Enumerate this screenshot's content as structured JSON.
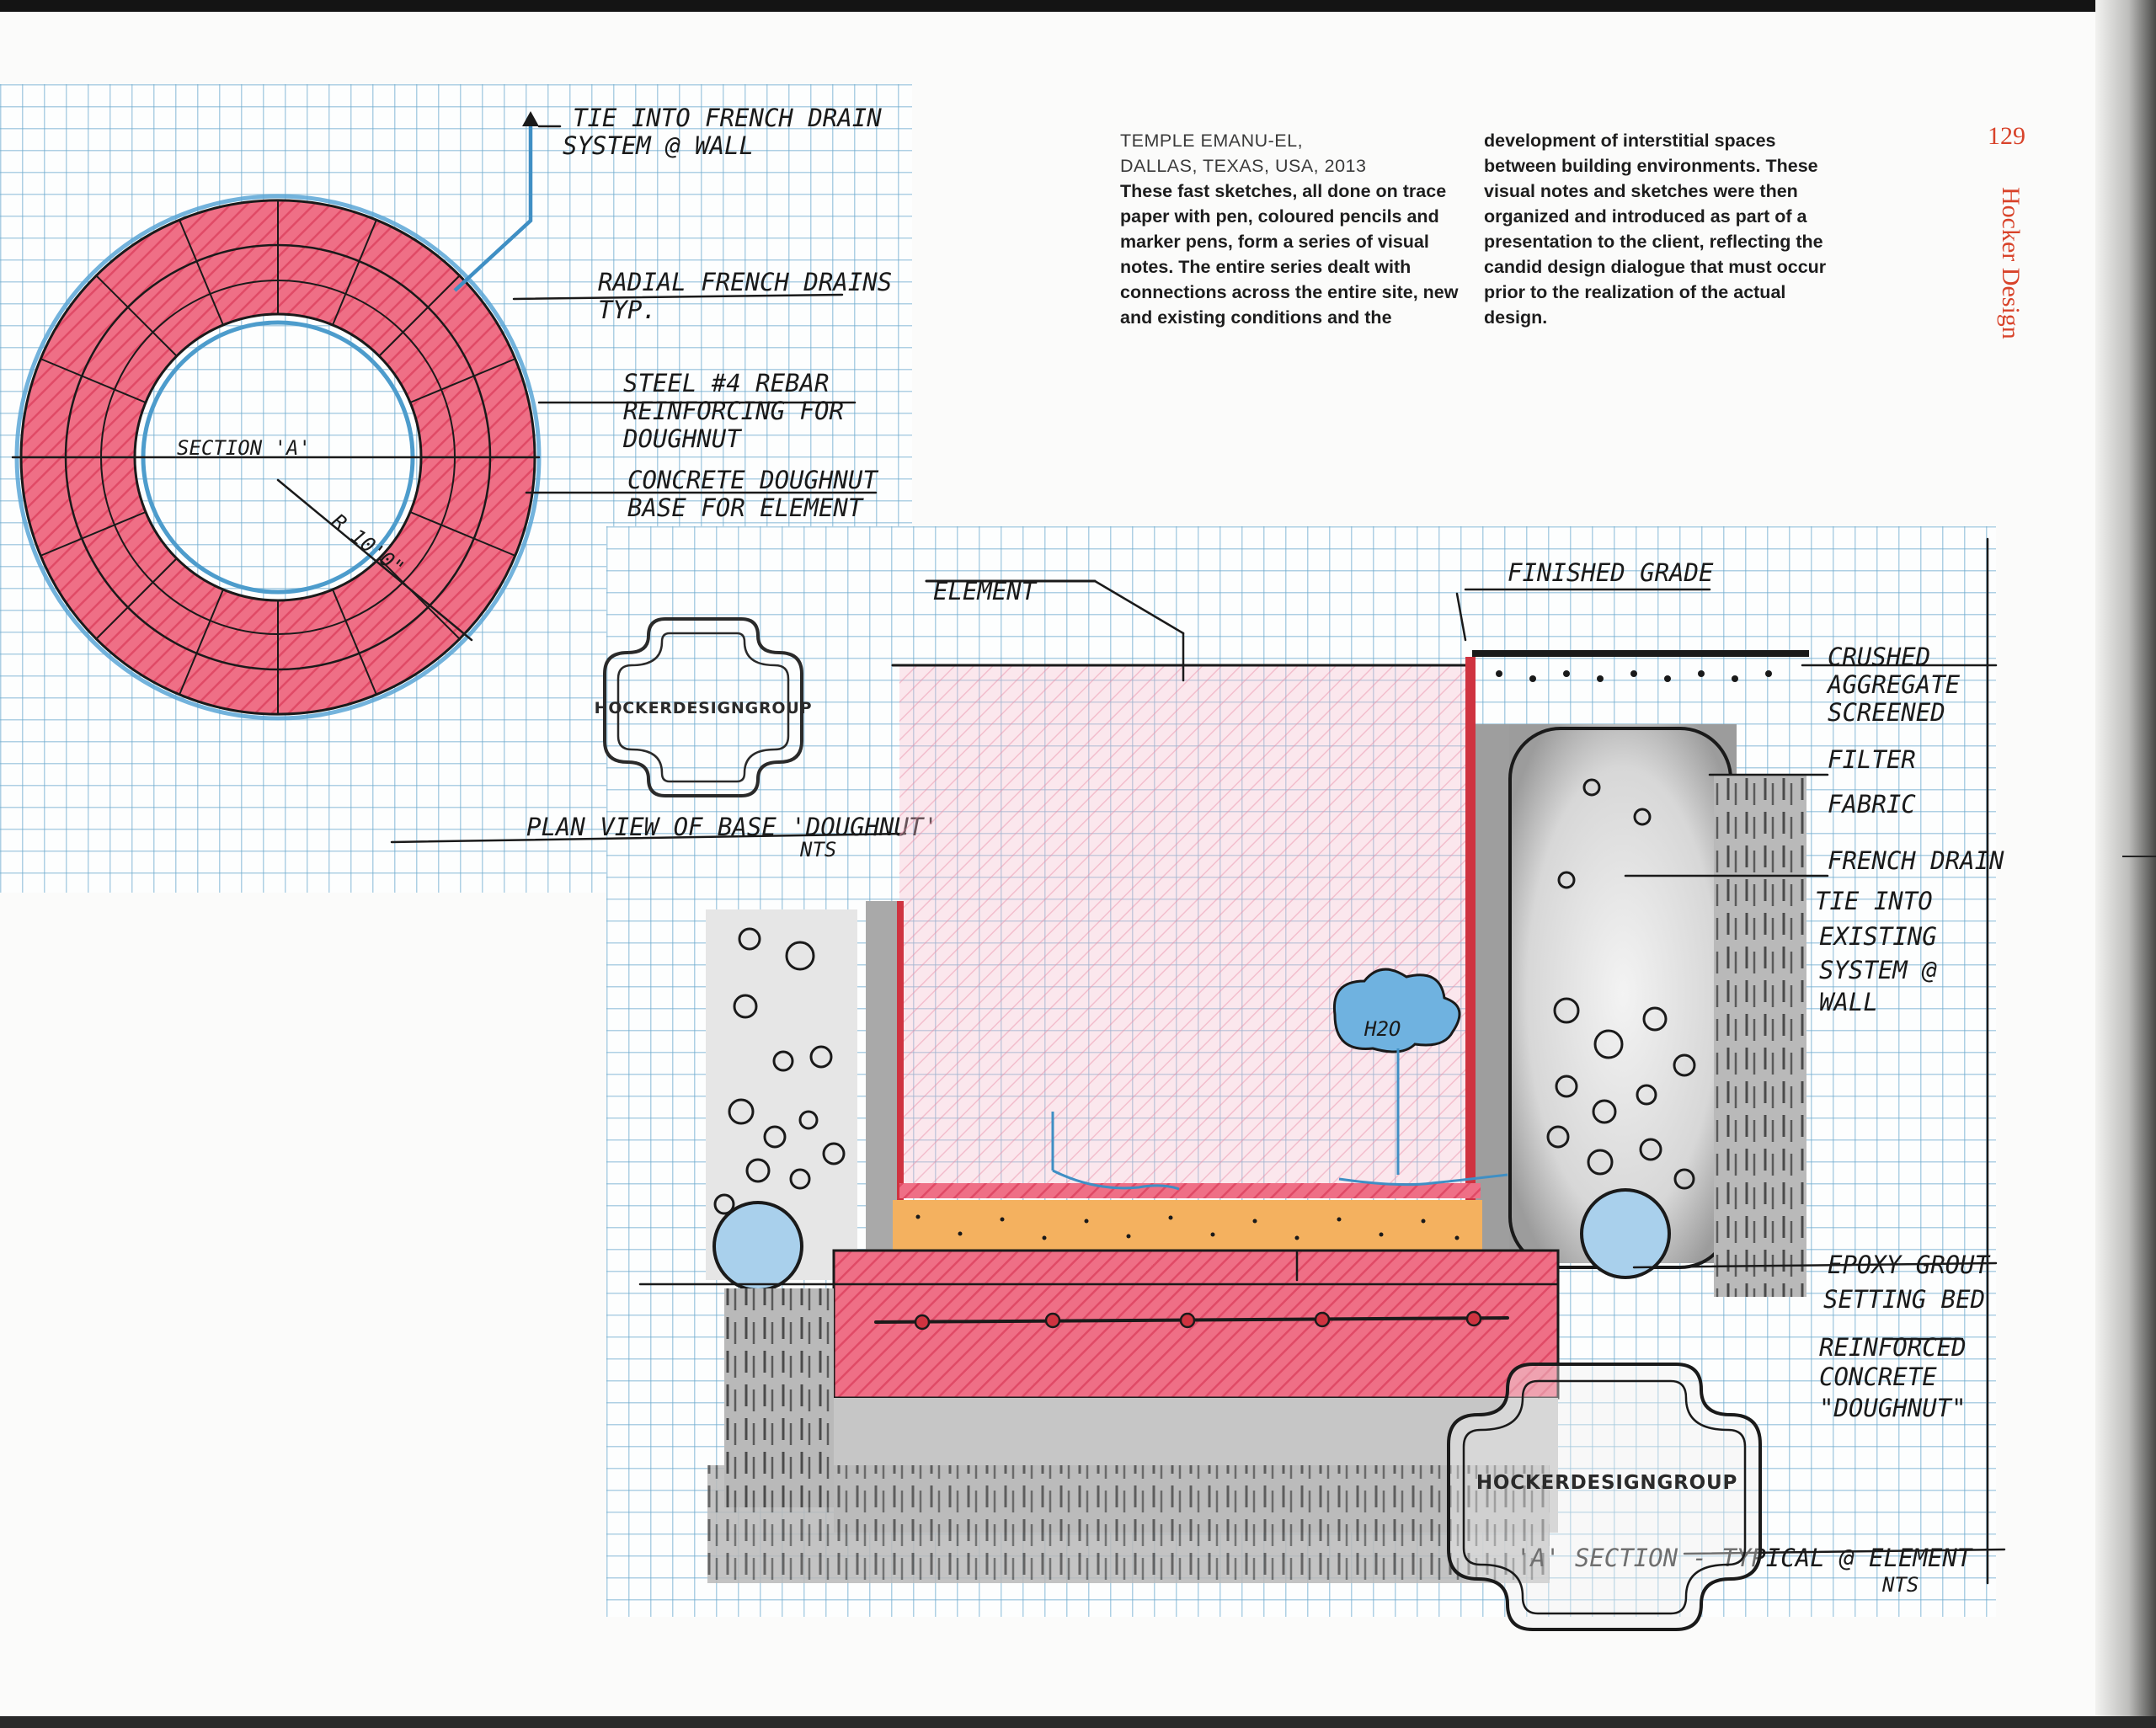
{
  "caption": {
    "project_name": "TEMPLE EMANU-EL,",
    "location": "DALLAS, TEXAS, USA, 2013",
    "body_col1": "These fast sketches, all done on trace paper with pen, coloured pencils and marker pens, form a series of visual notes. The entire series dealt with connections across the entire site, new and existing conditions and the",
    "body_col2": "development of interstitial spaces between building environments. These visual notes and sketches were then organized and introduced as part of a presentation to the client, reflecting the candid design dialogue that must occur prior to the realization of the actual design."
  },
  "folio": {
    "page_number": "129",
    "running_head": "Hocker Design"
  },
  "drawing": {
    "logo_text": "HOCKERDESIGNGROUP",
    "plan_labels": [
      "TIE INTO FRENCH DRAIN",
      "SYSTEM @ WALL",
      "RADIAL FRENCH DRAINS",
      "TYP.",
      "STEEL #4 REBAR",
      "REINFORCING FOR",
      "DOUGHNUT",
      "CONCRETE DOUGHNUT",
      "BASE FOR ELEMENT",
      "SECTION 'A'",
      "R 10'0\"",
      "PLAN VIEW OF BASE 'DOUGHNUT'",
      "NTS"
    ],
    "section_labels": [
      "ELEMENT",
      "FINISHED GRADE",
      "CRUSHED",
      "AGGREGATE",
      "SCREENED",
      "FILTER",
      "FABRIC",
      "FRENCH DRAIN",
      "TIE INTO",
      "EXISTING",
      "SYSTEM @",
      "WALL",
      "EPOXY GROUT",
      "SETTING BED",
      "REINFORCED",
      "H2O",
      "CONCRETE",
      "\"DOUGHNUT\"",
      "'A' SECTION - TYPICAL @ ELEMENT",
      "NTS"
    ]
  },
  "colors": {
    "accent_red": "#d8432a",
    "concrete_red": "#ef6f86",
    "grid_blue": "#6eaacd",
    "pipe_blue": "#a9d0ec",
    "grout_orange": "#f4b15f"
  }
}
